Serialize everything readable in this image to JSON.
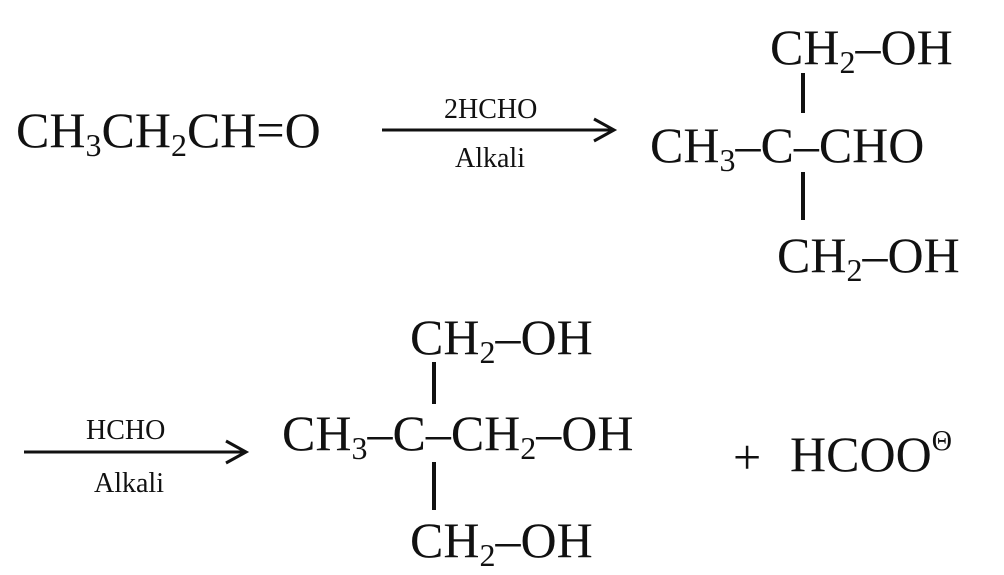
{
  "reaction": {
    "step1": {
      "reactant": {
        "p1": "CH",
        "s1": "3",
        "p2": "CH",
        "s2": "2",
        "p3": "CH=O"
      },
      "arrow": {
        "reagent": "2HCHO",
        "condition": "Alkali"
      },
      "product": {
        "top": {
          "pre": "CH",
          "sub": "2",
          "post": "–OH"
        },
        "middle": {
          "pre": "CH",
          "sub": "3",
          "post": "–C–CHO"
        },
        "bottom": {
          "pre": "CH",
          "sub": "2",
          "post": "–OH"
        }
      }
    },
    "step2": {
      "arrow": {
        "reagent": "HCHO",
        "condition": "Alkali"
      },
      "product": {
        "top": {
          "pre": "CH",
          "sub": "2",
          "post": "–OH"
        },
        "middle": {
          "pre": "CH",
          "sub": "3",
          "mid": "–C–CH",
          "sub2": "2",
          "post": "–OH"
        },
        "bottom": {
          "pre": "CH",
          "sub": "2",
          "post": "–OH"
        }
      },
      "byproduct": {
        "plus": "+",
        "formula": "HCOO",
        "charge": "Θ"
      }
    }
  }
}
